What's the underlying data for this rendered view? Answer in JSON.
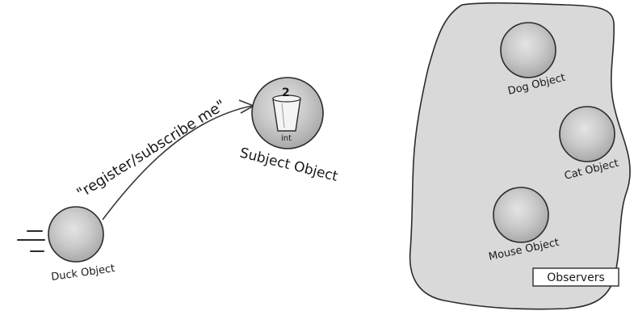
{
  "subject": {
    "label": "Subject Object",
    "value": "2",
    "type_label": "int"
  },
  "duck": {
    "label": "Duck Object"
  },
  "arrow": {
    "label": "\"register/subscribe me\""
  },
  "observers": {
    "box_label": "Observers",
    "items": [
      {
        "label": "Dog Object"
      },
      {
        "label": "Cat Object"
      },
      {
        "label": "Mouse Object"
      }
    ]
  },
  "colors": {
    "blob_fill": "#d9d9d9",
    "circle_fill": "#c6c6c6",
    "stroke": "#2b2b2b"
  }
}
